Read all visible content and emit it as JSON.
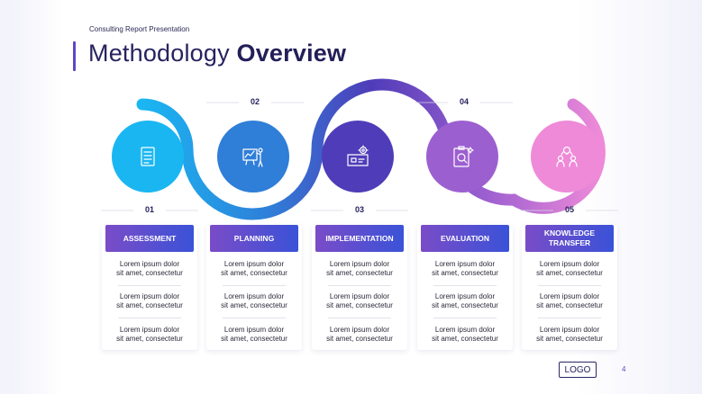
{
  "header": {
    "subtitle": "Consulting Report Presentation",
    "title_regular": "Methodology ",
    "title_bold": "Overview"
  },
  "steps": [
    {
      "number": "01",
      "label": "ASSESSMENT",
      "icon": "checklist-icon",
      "color": "#1ab6f2",
      "items": [
        "Lorem ipsum dolor sit amet, consectetur",
        "Lorem ipsum dolor sit amet, consectetur",
        "Lorem ipsum dolor sit amet, consectetur"
      ]
    },
    {
      "number": "02",
      "label": "PLANNING",
      "icon": "presentation-board-icon",
      "color": "#2f7ed8",
      "items": [
        "Lorem ipsum dolor sit amet, consectetur",
        "Lorem ipsum dolor sit amet, consectetur",
        "Lorem ipsum dolor sit amet, consectetur"
      ]
    },
    {
      "number": "03",
      "label": "IMPLEMENTATION",
      "icon": "gear-blueprint-icon",
      "color": "#4f3cb8",
      "items": [
        "Lorem ipsum dolor sit amet, consectetur",
        "Lorem ipsum dolor sit amet, consectetur",
        "Lorem ipsum dolor sit amet, consectetur"
      ]
    },
    {
      "number": "04",
      "label": "EVALUATION",
      "icon": "clipboard-magnifier-icon",
      "color": "#9c5fd0",
      "items": [
        "Lorem ipsum dolor sit amet, consectetur",
        "Lorem ipsum dolor sit amet, consectetur",
        "Lorem ipsum dolor sit amet, consectetur"
      ]
    },
    {
      "number": "05",
      "label": "KNOWLEDGE TRANSFER",
      "icon": "people-idea-icon",
      "color": "#ee8ad8",
      "items": [
        "Lorem ipsum dolor sit amet, consectetur",
        "Lorem ipsum dolor sit amet, consectetur",
        "Lorem ipsum dolor sit amet, consectetur"
      ]
    }
  ],
  "footer": {
    "logo": "LOGO",
    "page_number": "4"
  }
}
